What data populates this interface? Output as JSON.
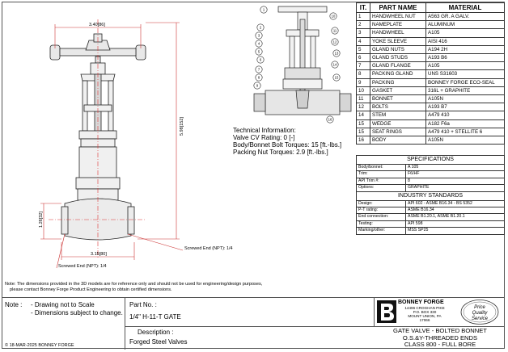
{
  "parts_table": {
    "headers": [
      "IT.",
      "PART NAME",
      "MATERIAL"
    ],
    "rows": [
      [
        "1",
        "HANDWHEEL NUT",
        "A563 GR. A GALV."
      ],
      [
        "2",
        "NAMEPLATE",
        "ALUMINUM"
      ],
      [
        "3",
        "HANDWHEEL",
        "A105"
      ],
      [
        "4",
        "YOKE SLEEVE",
        "AISI 416"
      ],
      [
        "5",
        "GLAND NUTS",
        "A194 2H"
      ],
      [
        "6",
        "GLAND STUDS",
        "A193 B6"
      ],
      [
        "7",
        "GLAND FLANGE",
        "A105"
      ],
      [
        "8",
        "PACKING GLAND",
        "UNS S31603"
      ],
      [
        "9",
        "PACKING",
        "BONNEY FORGE ECO-SEAL"
      ],
      [
        "10",
        "GASKET",
        "316L + GRAPHITE"
      ],
      [
        "11",
        "BONNET",
        "A105N"
      ],
      [
        "12",
        "BOLTS",
        "A193 B7"
      ],
      [
        "14",
        "STEM",
        "A479 410"
      ],
      [
        "15",
        "WEDGE",
        "A182 F6a"
      ],
      [
        "15",
        "SEAT RINGS",
        "A479 410 + STELLITE 6"
      ],
      [
        "16",
        "BODY",
        "A105N"
      ]
    ]
  },
  "specifications": {
    "title": "SPECIFICATIONS",
    "rows": [
      [
        "Body/bonnet:",
        "A 105"
      ],
      [
        "Trim:",
        "F6/HF"
      ],
      [
        "API Trim #:",
        "8"
      ],
      [
        "Options:",
        "GRAPHITE"
      ]
    ]
  },
  "industry_standards": {
    "title": "INDUSTRY STANDARDS",
    "rows": [
      [
        "Design:",
        "API 602 - ASME B16.34 - BS 5352"
      ],
      [
        "P-T rating:",
        "ASME B16.34"
      ],
      [
        "End connection:",
        "ASME B1.20.1, ASME B1.20.1"
      ],
      [
        "Testing:",
        "API 598"
      ],
      [
        "Marking/other:",
        "MSS SP25"
      ]
    ]
  },
  "technical": {
    "title": "Technical Information:",
    "cv": "Valve CV Rating: 0 [-]",
    "bolt_torque": "Body/Bonnet Bolt Torques: 15 [ft.-lbs.]",
    "nut_torque": "Packing Nut Torques: 2.9 [ft.-lbs.]"
  },
  "dimensions": {
    "top_width": "3.40[86]",
    "height": "5.98[152]",
    "body_height": "1.26[32]",
    "bottom_width": "3.15[80]",
    "end_right": "Screwed End (NPT): 1/4",
    "end_left": "Screwed End (NPT): 1/4"
  },
  "balloons": [
    "1",
    "2",
    "3",
    "4",
    "5",
    "6",
    "7",
    "8",
    "9",
    "10",
    "11",
    "12",
    "13",
    "14",
    "15",
    "16"
  ],
  "note": {
    "line1": "Note: The dimensions provided in the 3D models are for reference only and should not be used for engineering/design purposes,",
    "line2": "please contact Bonney Forge Product Engineering to obtain certified dimensions."
  },
  "title_block": {
    "note_label": "Note :",
    "note_1": "- Drawing not to Scale",
    "note_2": "- Dimensions subject to change.",
    "part_no_label": "Part No. :",
    "part_no": "1/4\" H-11-T GATE",
    "description_label": "Description :",
    "description": "Forged Steel Valves",
    "copyright": "© 18-MAR-2025 BONNEY FORGE",
    "company": "BONNEY FORGE",
    "address_1": "14496 CROGHAN PIKE",
    "address_2": "P.O. BOX 330",
    "address_3": "MOUNT UNION, PA",
    "address_4": "17066",
    "seal": "Price Quality Service",
    "product_1": "GATE VALVE - BOLTED BONNET",
    "product_2": "O.S.&Y-THREADED ENDS",
    "product_3": "CLASS 800 - FULL BORE"
  }
}
